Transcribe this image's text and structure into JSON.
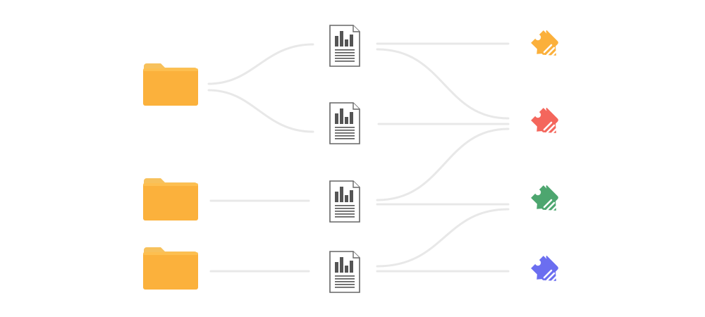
{
  "diagram": {
    "folders": [
      {
        "id": "folder-1",
        "icon": "folder-icon",
        "color": "#FBB13C"
      },
      {
        "id": "folder-2",
        "icon": "folder-icon",
        "color": "#FBB13C"
      },
      {
        "id": "folder-3",
        "icon": "folder-icon",
        "color": "#FBB13C"
      }
    ],
    "reports": [
      {
        "id": "report-1",
        "icon": "report-document-icon"
      },
      {
        "id": "report-2",
        "icon": "report-document-icon"
      },
      {
        "id": "report-3",
        "icon": "report-document-icon"
      },
      {
        "id": "report-4",
        "icon": "report-document-icon"
      }
    ],
    "tags": [
      {
        "id": "tag-1",
        "icon": "price-tag-icon",
        "color": "#FBB03B"
      },
      {
        "id": "tag-2",
        "icon": "price-tag-icon",
        "color": "#F4665C"
      },
      {
        "id": "tag-3",
        "icon": "price-tag-icon",
        "color": "#4DA66F"
      },
      {
        "id": "tag-4",
        "icon": "price-tag-icon",
        "color": "#6B6EF0"
      }
    ],
    "links": [
      {
        "from": "folder-1",
        "to": "report-1"
      },
      {
        "from": "folder-1",
        "to": "report-2"
      },
      {
        "from": "folder-2",
        "to": "report-3"
      },
      {
        "from": "folder-3",
        "to": "report-4"
      },
      {
        "from": "report-1",
        "to": "tag-1"
      },
      {
        "from": "report-1",
        "to": "tag-2"
      },
      {
        "from": "report-2",
        "to": "tag-2"
      },
      {
        "from": "report-3",
        "to": "tag-2"
      },
      {
        "from": "report-3",
        "to": "tag-3"
      },
      {
        "from": "report-4",
        "to": "tag-3"
      },
      {
        "from": "report-4",
        "to": "tag-4"
      }
    ],
    "line_color": "#E8E8E8",
    "doc_stroke": "#666666",
    "doc_chart": "#555555"
  }
}
